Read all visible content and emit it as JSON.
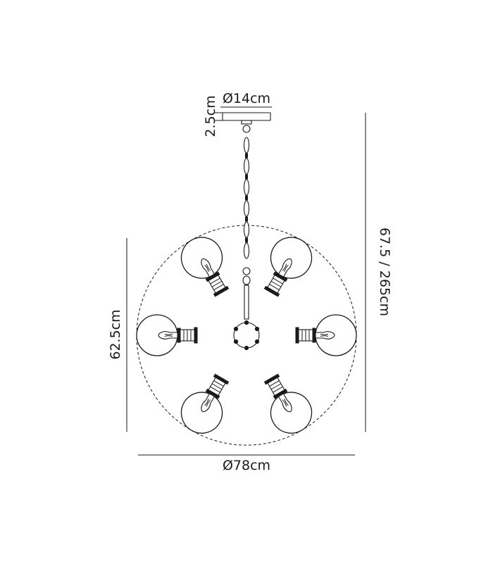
{
  "dimensions": {
    "canopy_diameter": "Ø14cm",
    "canopy_height": "2.5cm",
    "overall_height": "67.5 / 265cm",
    "body_height": "62.5cm",
    "overall_diameter": "Ø78cm"
  },
  "colors": {
    "line": "#1a1a1a",
    "background": "#ffffff"
  }
}
